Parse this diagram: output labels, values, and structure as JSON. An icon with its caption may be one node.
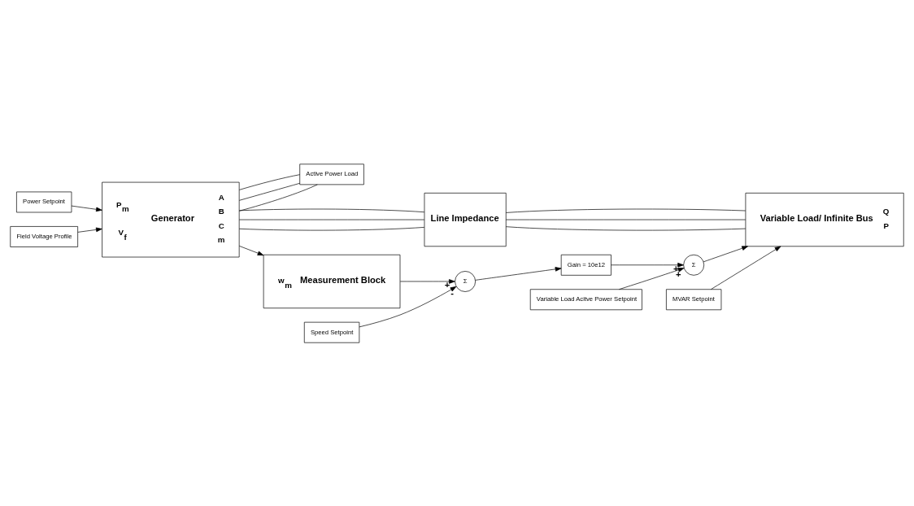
{
  "diagram": {
    "nodes": [
      {
        "text": [
          "Power Setpoint"
        ]
      },
      {
        "text": [
          "Field Voltage Profile"
        ]
      },
      {
        "text": [
          "Generator",
          "P$_{m}$",
          "V$_{f}$",
          "A",
          "B",
          "C",
          "m"
        ]
      },
      {
        "text": [
          "Active Power Load"
        ]
      },
      {
        "text": [
          "Line Impedance"
        ]
      },
      {
        "text": [
          "Variable Load/ Infinite Bus",
          "Q",
          "P"
        ]
      },
      {
        "text": [
          "MVAR Setpoint"
        ]
      },
      {
        "text": [
          "w$_{m}$",
          "Measurement Block"
        ]
      },
      {
        "text": [
          "Σ"
        ]
      },
      {
        "text": [
          "Gain = 10e12"
        ]
      },
      {
        "text": [
          "Σ"
        ]
      },
      {
        "text": [
          "Variable Load Acitve Power Setpoint"
        ]
      },
      {
        "text": [
          "Speed Setpoint"
        ]
      }
    ],
    "edges": [
      {
        "from": 0,
        "to": 2,
        "arrow": "to"
      },
      {
        "from": 1,
        "to": 2,
        "arrow": "to"
      },
      {
        "from": 2,
        "to": 4,
        "arrow": "none"
      },
      {
        "from": 2,
        "to": 4,
        "arrow": "none"
      },
      {
        "from": 2,
        "to": 4,
        "arrow": "none"
      },
      {
        "from": 2,
        "to": 3,
        "arrow": "none"
      },
      {
        "from": 2,
        "to": 3,
        "arrow": "none"
      },
      {
        "from": 2,
        "to": 3,
        "arrow": "none"
      },
      {
        "from": 4,
        "to": 5,
        "arrow": "none"
      },
      {
        "from": 4,
        "to": 5,
        "arrow": "none"
      },
      {
        "from": 4,
        "to": 5,
        "arrow": "none"
      },
      {
        "from": 6,
        "to": 5,
        "arrow": "to"
      },
      {
        "from": 2,
        "to": 7,
        "arrow": "to"
      },
      {
        "from": 7,
        "to": 8,
        "arrow": "to",
        "label": "+"
      },
      {
        "from": 12,
        "to": 8,
        "arrow": "to",
        "label": "-"
      },
      {
        "from": 8,
        "to": 9,
        "arrow": "to"
      },
      {
        "from": 9,
        "to": 10,
        "arrow": "to",
        "label": "+"
      },
      {
        "from": 11,
        "to": 10,
        "arrow": "to",
        "label": "+"
      },
      {
        "from": 10,
        "to": 5,
        "arrow": "to"
      }
    ]
  }
}
